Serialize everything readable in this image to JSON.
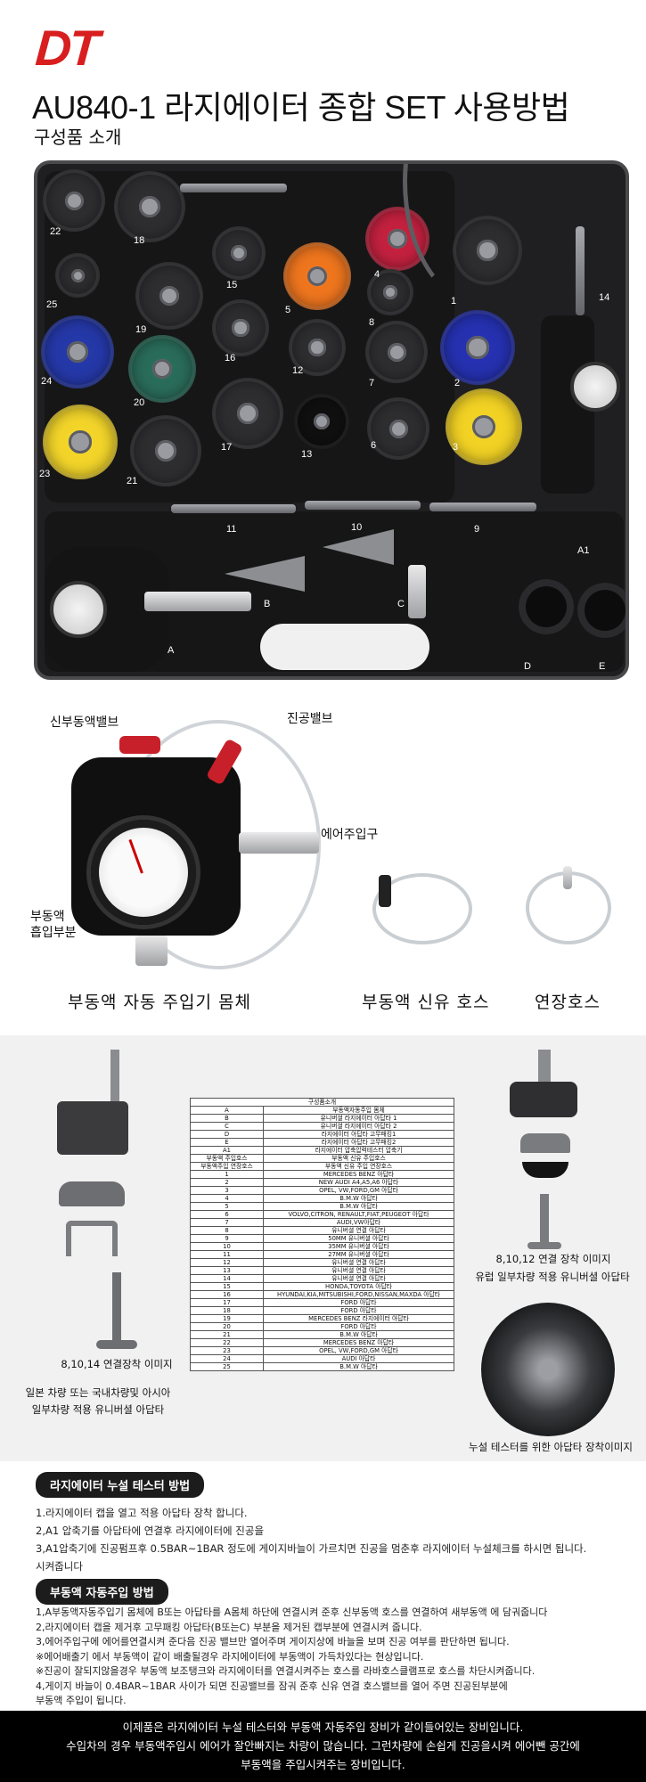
{
  "header": {
    "logo": "DT",
    "title": "AU840-1 라지에이터 종합 SET 사용방법",
    "subtitle": "구성품 소개"
  },
  "kit_labels": [
    "22",
    "18",
    "25",
    "15",
    "5",
    "4",
    "19",
    "8",
    "1",
    "14",
    "24",
    "20",
    "16",
    "12",
    "7",
    "2",
    "23",
    "21",
    "17",
    "13",
    "6",
    "3",
    "11",
    "10",
    "9",
    "A1",
    "B",
    "C",
    "A",
    "D",
    "E"
  ],
  "photo_section": {
    "label_reservoir_valve": "신부동액밸브",
    "label_vacuum_valve": "진공밸브",
    "label_air_inlet": "에어주입구",
    "label_suction_line1": "부동액",
    "label_suction_line2": "흡입부분",
    "caption_body": "부동액 자동 주입기 몸체",
    "caption_supply_hose": "부동액 신유 호스",
    "caption_ext_hose": "연장호스"
  },
  "parts_table": {
    "header": "구성품소개",
    "rows": [
      [
        "A",
        "부동액자동주입 몸체"
      ],
      [
        "B",
        "유니버셜 라지에이터 아답타 1"
      ],
      [
        "C",
        "유니버셜 라지에이터 아답타 2"
      ],
      [
        "D",
        "라지에이터 아답타 고무패킹1"
      ],
      [
        "E",
        "라지에이터 아답타 고무패킹2"
      ],
      [
        "A1",
        "라지에이터 압축압력테스터 압축기"
      ],
      [
        "부동액 주입호스",
        "부동액 신유 주입호스"
      ],
      [
        "부동액주입 연장호스",
        "부동액 신유 주입 연장호스"
      ],
      [
        "1",
        "MERCEDES BENZ    아답타"
      ],
      [
        "2",
        "NEW AUDI  A4,A5,A6 아답타"
      ],
      [
        "3",
        "OPEL, VW,FORD,GM 아답타"
      ],
      [
        "4",
        "B.M.W 아답타"
      ],
      [
        "5",
        "B.M.W 아답타"
      ],
      [
        "6",
        "VOLVO,CITRON, RENAULT,FIAT,PEUGEOT 아답타"
      ],
      [
        "7",
        "AUDI,VW아답타"
      ],
      [
        "8",
        "유니버셜 연결 아답타"
      ],
      [
        "9",
        "50MM 유니버셜 아답타"
      ],
      [
        "10",
        "35MM 유니버셜 아답타"
      ],
      [
        "11",
        "27MM 유니버셜 아답타"
      ],
      [
        "12",
        "유니버셜 연결 아답타"
      ],
      [
        "13",
        "유니버셜 연결 아답타"
      ],
      [
        "14",
        "유니버셜 연결 아답타"
      ],
      [
        "15",
        "HONDA,TOYOTA 아답타"
      ],
      [
        "16",
        "HYUNDAI,KIA,MITSUBISHI,FORD,NISSAN,MAXDA 아답타"
      ],
      [
        "17",
        "FORD 아답타"
      ],
      [
        "18",
        "FORD 아답타"
      ],
      [
        "19",
        "MERCEDES BENZ  라지에이터 아답타"
      ],
      [
        "20",
        "FORD 아답타"
      ],
      [
        "21",
        "B.M.W 아답타"
      ],
      [
        "22",
        "MERCEDES BENZ    아답타"
      ],
      [
        "23",
        "OPEL, VW,FORD,GM 아답타"
      ],
      [
        "24",
        "AUDI 아답타"
      ],
      [
        "25",
        "B.M.W 아답타"
      ]
    ]
  },
  "gray_section": {
    "left_caption": "8,10,14 연결장착 이미지",
    "left_desc1": "일본 차량 또는 국내차량및   아시아",
    "left_desc2": "일부차량 적용 유니버셜 아답타",
    "right_caption1": "8,10,12 연결 장착 이미지",
    "right_caption2": "유럽 일부차량 적용 유니버셜 아답타",
    "right_caption3": "누설 테스터를 위한 아답타 장착이미지"
  },
  "leak_test": {
    "title": "라지에이터 누설 테스터 방법",
    "lines": [
      "1.라지에이터 캡을 열고 적용 아답타 장착 합니다.",
      "2,A1 압축기를 아답타에   연결후 라지에이터에 진공을",
      "3,A1압축기에 진공펌프후 0.5BAR~1BAR 정도에 게이지바늘이 가르치면 진공을 멈춘후 라지에이터 누설체크를 하시면 됩니다.",
      "시켜줍니다"
    ]
  },
  "auto_fill": {
    "title": "부동액 자동주입 방법",
    "lines": [
      "1,A부동액자동주입기 몸체에    B또는 아답타를 A몸체 하단에 연결시켜 준후 신부동액 호스를 연결하여 새부동액 에 담궈줍니다",
      "2,라지에이터 캡을 제거후 고무패킹 아답타(B또는C) 부분을 제거된 캡부분에 연결시켜 줍니다.",
      "3,에어주입구에 에어를연결시켜 준다음 진공 밸브만 열어주며 게이지상에 바늘을 보며 진공 여부를 판단하면 됩니다.",
      "※에어배출기 에서 부동액이 같이 배출될경우 라지에이터에 부동액이 가득차있다는 현상입니다.",
      "※진공이 잘되지않을경우 부동액 보조탱크와 라지에이터를 연결시켜주는 호스를 라바호스클램프로 호스를 차단시켜줍니다.",
      "4,게이지 바늘이 0.4BAR~1BAR 사이가 되면 진공밸브를 잠궈 준후 신유 연결 호스밸브를 열어 주면 진공된부분에",
      "   부동액 주입이 됩니다."
    ]
  },
  "footer": {
    "line1": "이제품은 라지에이터 누설 테스터와 부동액 자동주입 장비가 같이들어있는 장비입니다.",
    "line2": "수입차의 경우 부동액주입시 에어가 잘안빠지는 차량이 많습니다. 그런차량에 손쉽게 진공을시켜 에어뺀 공간에",
    "line3": "부동액을 주입시켜주는 장비입니다."
  },
  "colors": {
    "brand_red": "#d81e1e",
    "case_black": "#1f1f21",
    "gray_band": "#f1f1f1",
    "footer_bg": "#000000"
  }
}
